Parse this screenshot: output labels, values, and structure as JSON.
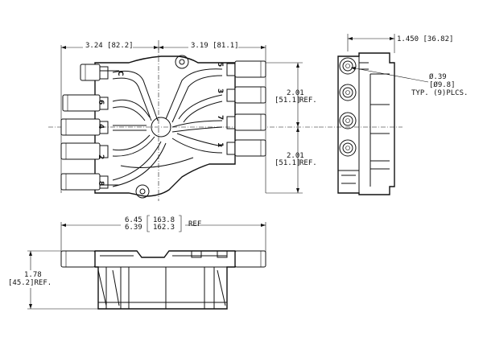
{
  "dimensions": {
    "top_left_width": "3.24 [82.2]",
    "top_right_width": "3.19 [81.1]",
    "side_depth": "1.450 [36.82]",
    "upper_pitch": "2.01",
    "upper_pitch_mm": "[51.1]",
    "upper_pitch_ref": "REF.",
    "lower_pitch": "2.01",
    "lower_pitch_mm": "[51.1]",
    "lower_pitch_ref": "REF.",
    "hole_dia": "Ø.39",
    "hole_dia_mm": "[Ø9.8]",
    "hole_note": "TYP. (9)PLCS.",
    "overall_width_max": "6.45",
    "overall_width_max_mm": "163.8",
    "overall_width_min": "6.39",
    "overall_width_min_mm": "162.3",
    "overall_width_ref": "REF",
    "height": "1.78",
    "height_mm": "[45.2]REF."
  },
  "terminal_labels": {
    "left": [
      "C",
      "6",
      "4",
      "2",
      "8"
    ],
    "right": [
      "5",
      "3",
      "7",
      "1"
    ]
  }
}
